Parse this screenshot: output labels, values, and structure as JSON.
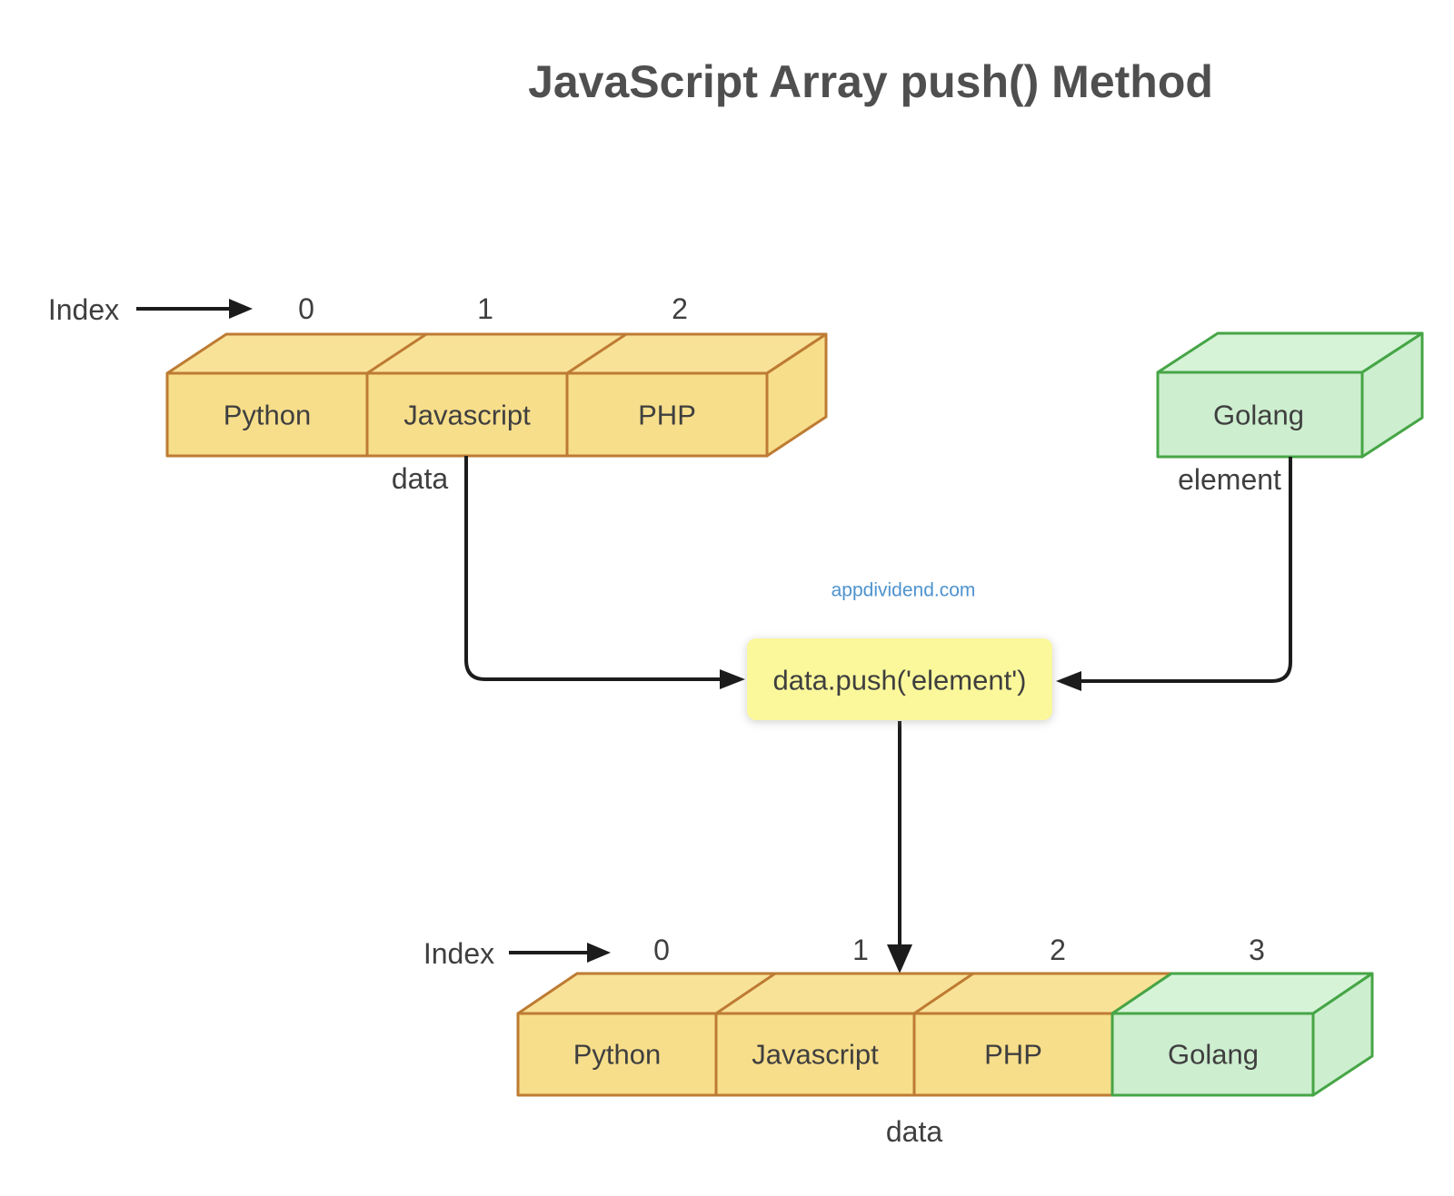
{
  "title": "JavaScript Array push() Method",
  "watermark": "appdividend.com",
  "colors": {
    "yellow_front": "#F7DE8B",
    "yellow_top": "#F8E298",
    "orange_stroke": "#BE7B33",
    "green_front": "#CDEECF",
    "green_top": "#D6F3D8",
    "green_stroke": "#46A546",
    "push_box_fill": "#FBF89C",
    "arrow": "#1C1C1C",
    "text": "#3F3F3F",
    "watermark_color": "#4E93CE"
  },
  "before_array": {
    "index_label": "Index",
    "indices": [
      "0",
      "1",
      "2"
    ],
    "cells": [
      "Python",
      "Javascript",
      "PHP"
    ],
    "name": "data"
  },
  "element_box": {
    "value": "Golang",
    "name": "element"
  },
  "push_call": "data.push('element')",
  "after_array": {
    "index_label": "Index",
    "indices": [
      "0",
      "1",
      "2",
      "3"
    ],
    "cells": [
      "Python",
      "Javascript",
      "PHP",
      "Golang"
    ],
    "name": "data"
  }
}
